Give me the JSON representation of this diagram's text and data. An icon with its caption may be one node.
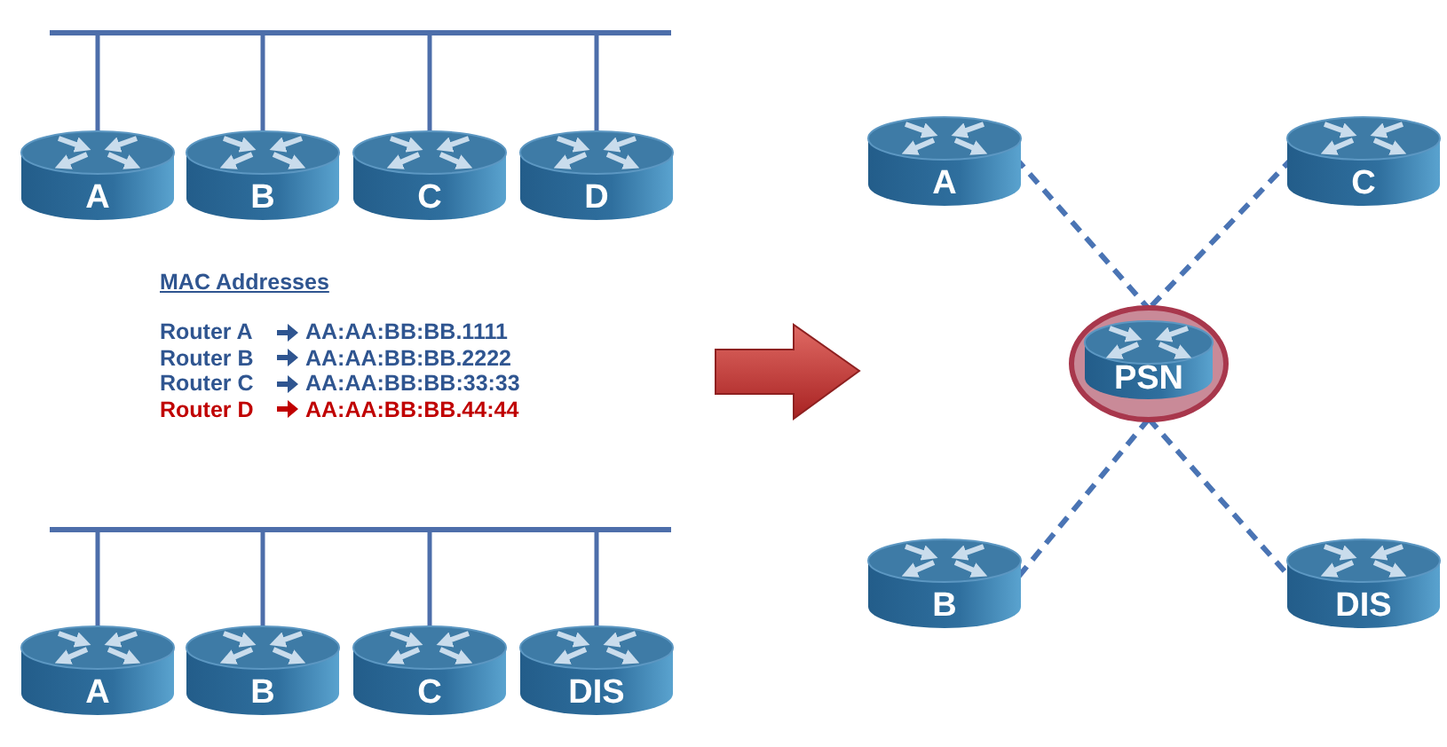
{
  "diagram": {
    "nodes": [
      {
        "text": [],
        "shape": "bar"
      },
      {
        "text": [
          "A"
        ]
      },
      {
        "text": [
          "B"
        ]
      },
      {
        "text": [
          "C"
        ]
      },
      {
        "text": [
          "D"
        ]
      },
      {
        "text": [],
        "shape": "bar"
      },
      {
        "text": [
          "A"
        ]
      },
      {
        "text": [
          "B"
        ]
      },
      {
        "text": [
          "C"
        ]
      },
      {
        "text": [
          "DIS"
        ]
      },
      {
        "text": [
          "A"
        ]
      },
      {
        "text": [
          "C"
        ]
      },
      {
        "text": [
          "PSN"
        ]
      },
      {
        "text": [
          "B"
        ]
      },
      {
        "text": [
          "DIS"
        ]
      }
    ],
    "edges": [
      {
        "from": 0,
        "to": 1,
        "arrow": "none"
      },
      {
        "from": 0,
        "to": 2,
        "arrow": "none"
      },
      {
        "from": 0,
        "to": 3,
        "arrow": "none"
      },
      {
        "from": 0,
        "to": 4,
        "arrow": "none"
      },
      {
        "from": 5,
        "to": 6,
        "arrow": "none"
      },
      {
        "from": 5,
        "to": 7,
        "arrow": "none"
      },
      {
        "from": 5,
        "to": 8,
        "arrow": "none"
      },
      {
        "from": 5,
        "to": 9,
        "arrow": "none"
      },
      {
        "from": 10,
        "to": 12,
        "arrow": "none",
        "style": "dashed"
      },
      {
        "from": 11,
        "to": 12,
        "arrow": "none",
        "style": "dashed"
      },
      {
        "from": 12,
        "to": 13,
        "arrow": "none",
        "style": "dashed"
      },
      {
        "from": 12,
        "to": 14,
        "arrow": "none",
        "style": "dashed"
      }
    ],
    "labels": [
      "MAC Addresses",
      "Router A",
      "AA:AA:BB:BB.1111",
      "Router B",
      "AA:AA:BB:BB.2222",
      "Router C",
      "AA:AA:BB:BB:33:33",
      "Router D",
      "AA:AA:BB:BB.44:44"
    ]
  }
}
